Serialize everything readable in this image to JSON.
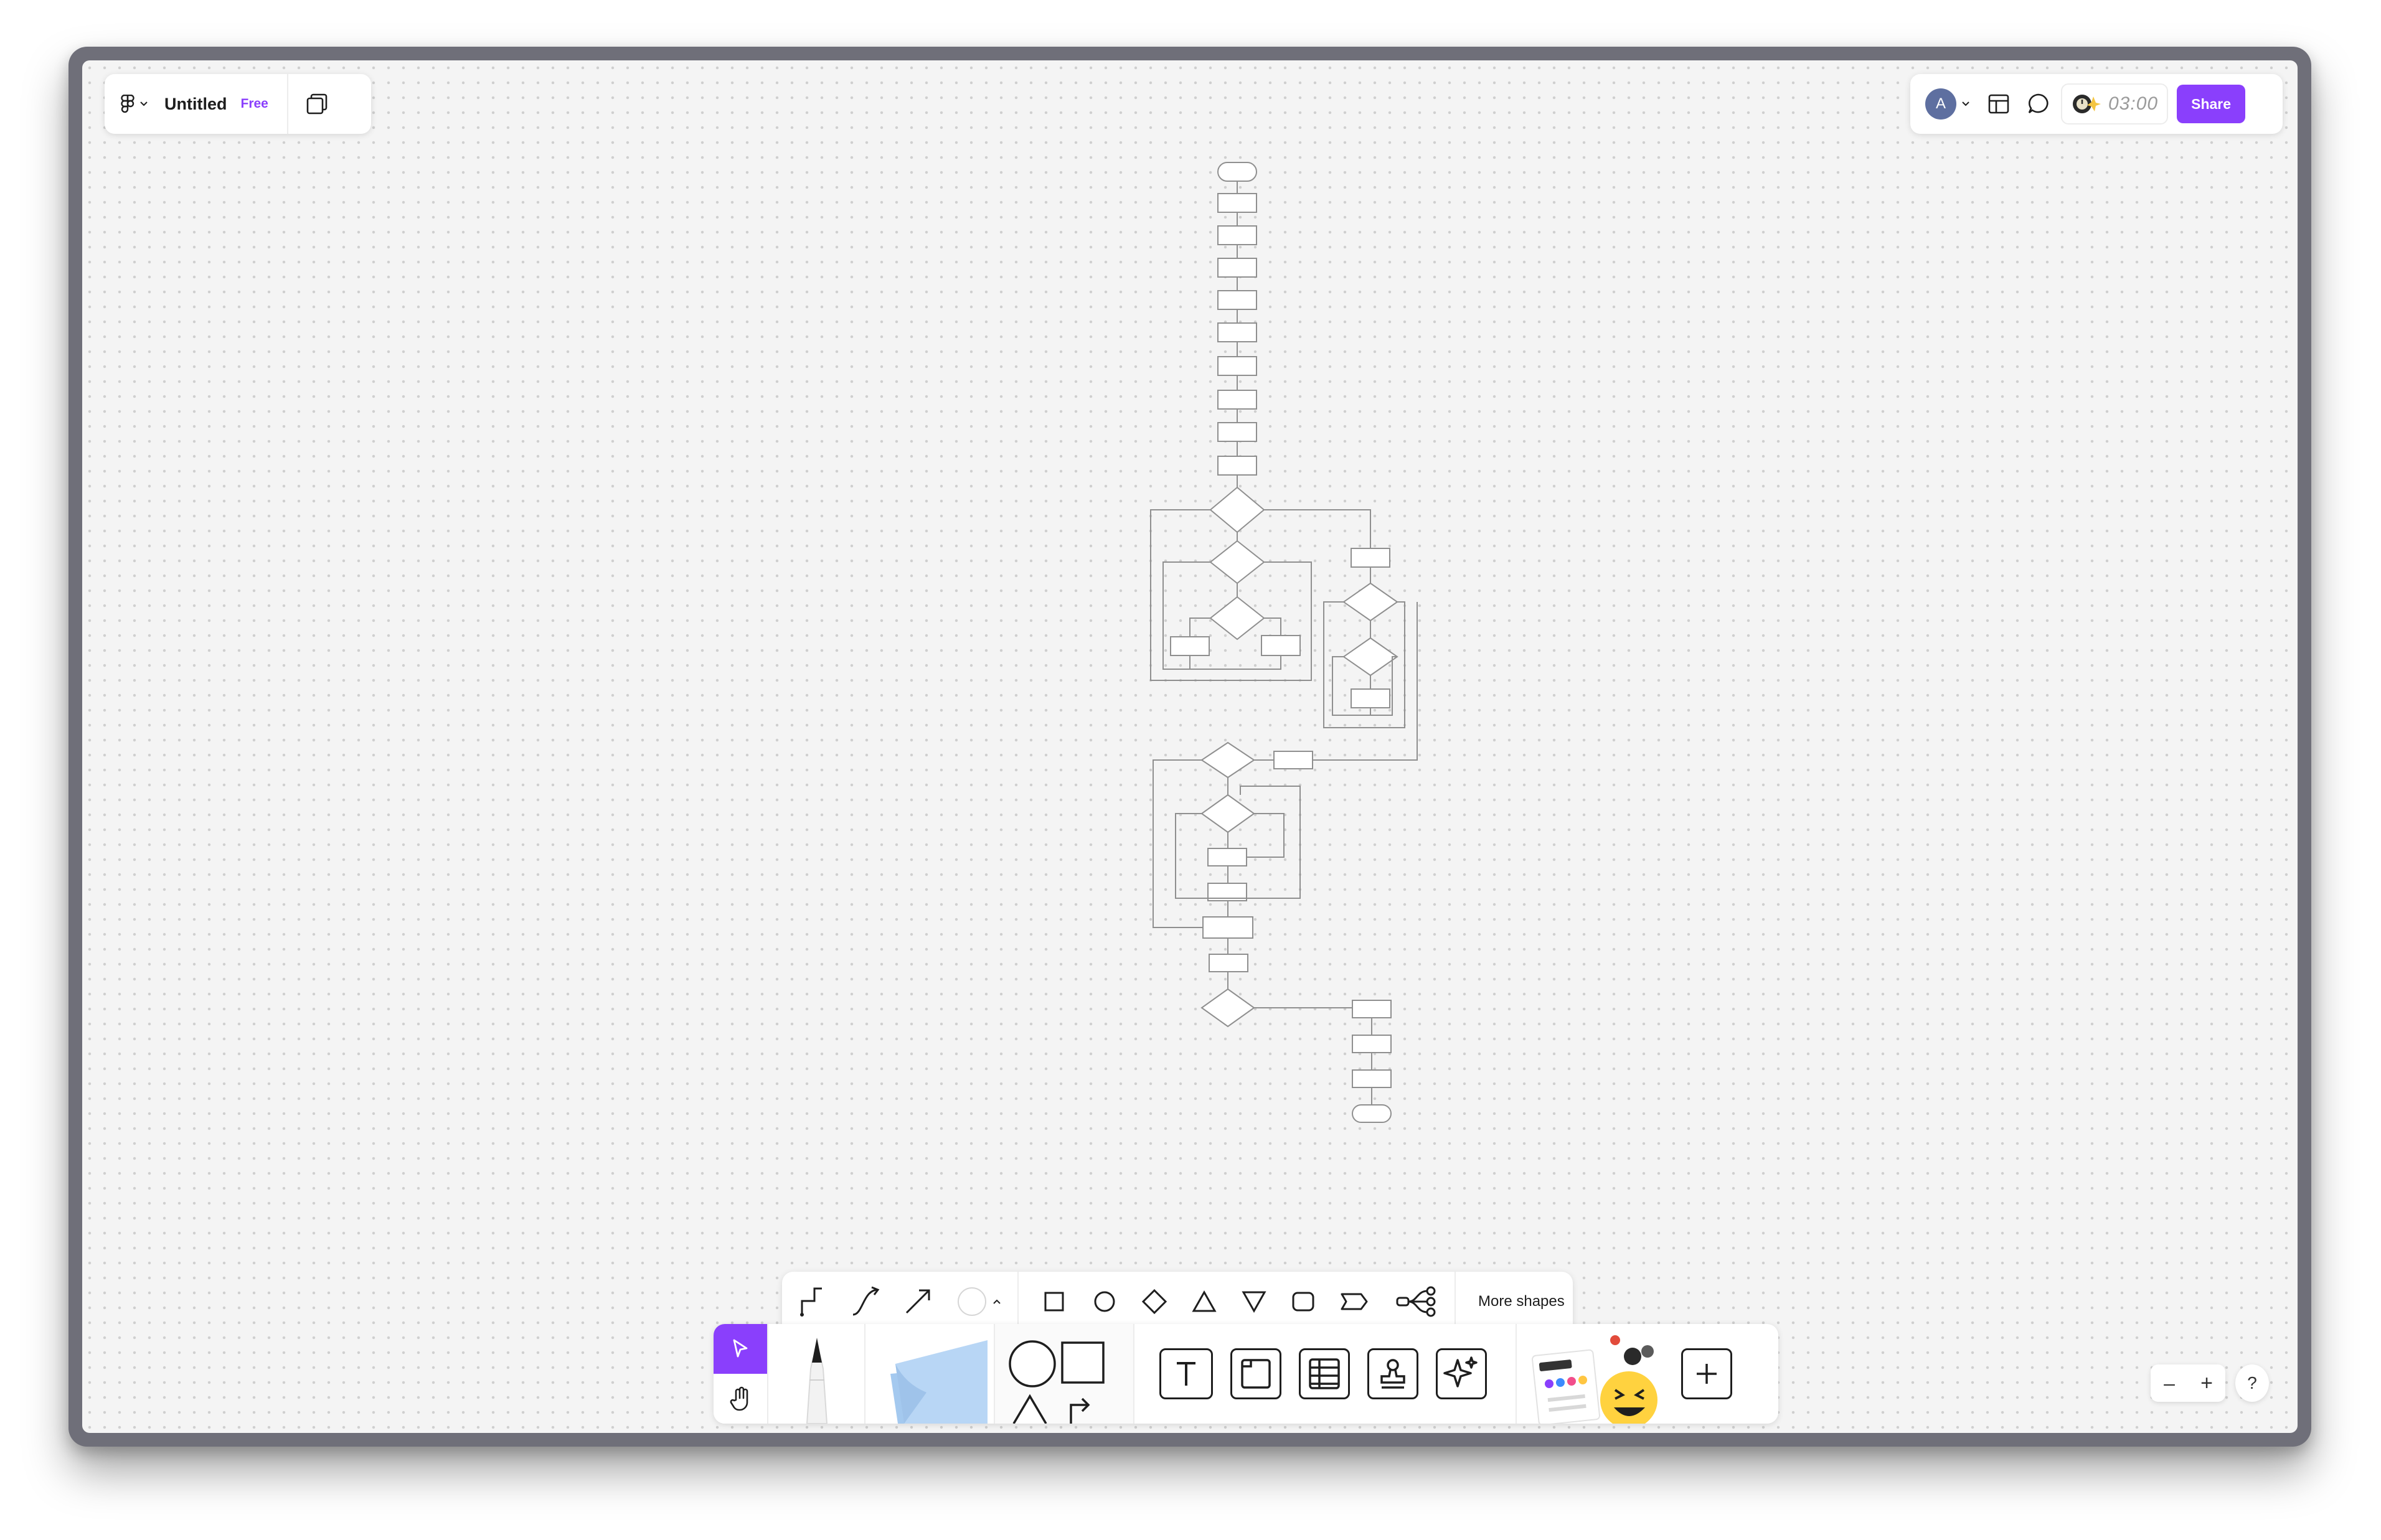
{
  "file": {
    "title": "Untitled",
    "plan_badge": "Free"
  },
  "topbar": {
    "avatar_initial": "A",
    "timer": "03:00",
    "share_label": "Share"
  },
  "shapes_toolbar": {
    "more_label": "More shapes",
    "shapes": [
      "square",
      "circle",
      "diamond",
      "triangle-up",
      "triangle-down",
      "rounded-rect",
      "chevron-tag",
      "mindmap"
    ]
  },
  "zoom": {
    "minus": "–",
    "plus": "+",
    "help": "?"
  },
  "colors": {
    "accent": "#8a3ffc",
    "canvas": "#f4f4f4",
    "frame": "#6f6f79"
  },
  "icons": [
    "figma-menu-icon",
    "pages-icon",
    "layout-icon",
    "comment-icon",
    "timer-icon",
    "connector-elbow-icon",
    "connector-curved-icon",
    "connector-straight-icon",
    "fill-color-icon",
    "cursor-icon",
    "hand-icon",
    "pen-icon",
    "sticky-note-icon",
    "shapes-icon",
    "text-icon",
    "section-icon",
    "table-icon",
    "stamp-icon",
    "ai-sparkle-icon",
    "widgets-icon",
    "plus-icon"
  ]
}
